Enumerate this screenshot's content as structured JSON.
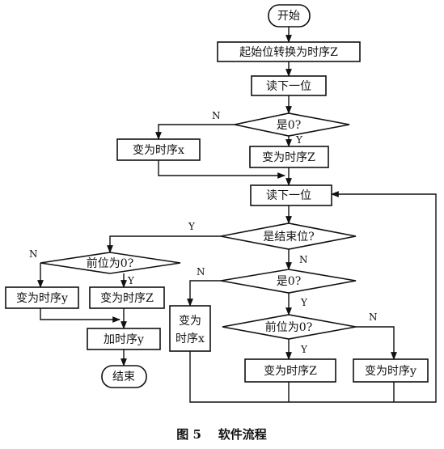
{
  "nodes": {
    "start": "开始",
    "convert_start": "起始位转换为时序Z",
    "read_bit_1": "读下一位",
    "is_zero_1": "是0?",
    "to_x_1": "变为时序x",
    "to_z_1": "变为时序Z",
    "read_bit_2": "读下一位",
    "is_end_bit": "是结束位?",
    "prev_is_zero_1": "前位为0?",
    "to_y_1": "变为时序y",
    "to_z_2": "变为时序Z",
    "add_y": "加时序y",
    "end": "结束",
    "is_zero_2": "是0?",
    "to_x_2_line1": "变为",
    "to_x_2_line2": "时序x",
    "prev_is_zero_2": "前位为0?",
    "to_z_3": "变为时序Z",
    "to_y_2": "变为时序y"
  },
  "labels": {
    "n1": "N",
    "y1": "Y",
    "y_end": "Y",
    "n_end": "N",
    "n_prev1": "N",
    "y_prev1": "Y",
    "n_zero2": "N",
    "y_zero2": "Y",
    "y_prev2": "Y",
    "n_prev2": "N"
  },
  "caption": "图 5    软件流程"
}
